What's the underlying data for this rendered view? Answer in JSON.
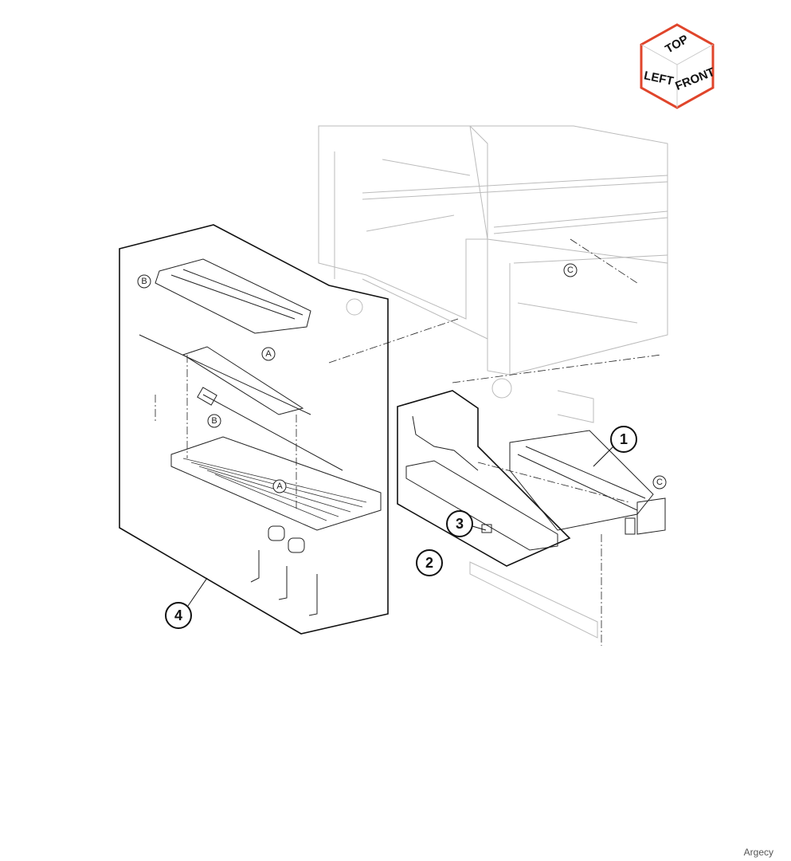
{
  "orientation_cube": {
    "top": "TOP",
    "left": "LEFT",
    "front": "FRONT",
    "border_color": "#e0452b"
  },
  "callouts": [
    "1",
    "2",
    "3",
    "4"
  ],
  "references": [
    "A",
    "B",
    "C"
  ],
  "watermark": "Argecy"
}
